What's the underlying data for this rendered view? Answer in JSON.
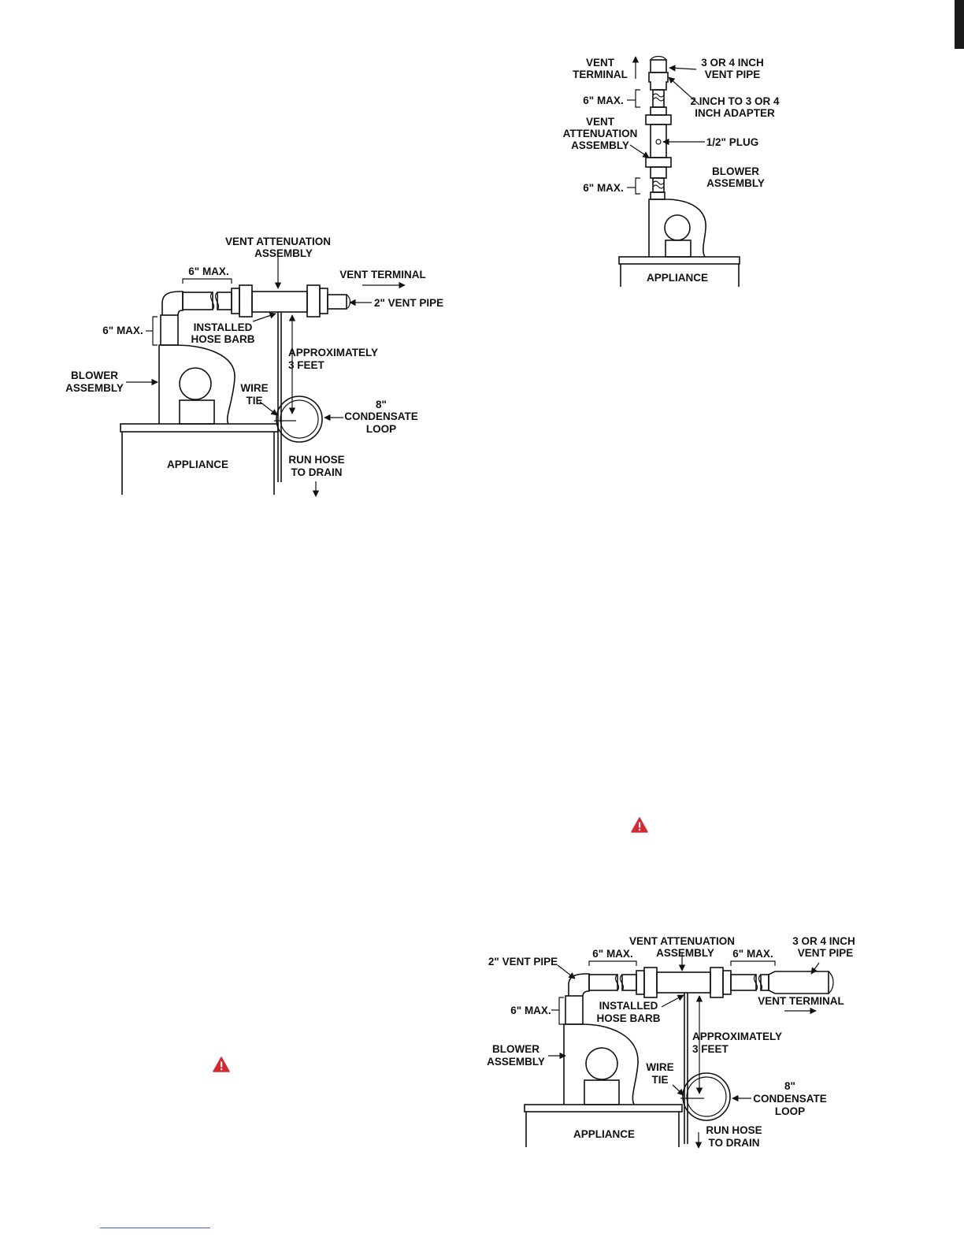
{
  "diagram_a": {
    "vent_attenuation": [
      "VENT ATTENUATION",
      "ASSEMBLY"
    ],
    "six_max_top": "6\" MAX.",
    "vent_terminal": "VENT TERMINAL",
    "vent_pipe": "2\" VENT PIPE",
    "six_max_left": "6\" MAX.",
    "hose_barb": [
      "INSTALLED",
      "HOSE BARB"
    ],
    "approx": [
      "APPROXIMATELY",
      "3 FEET"
    ],
    "blower": [
      "BLOWER",
      "ASSEMBLY"
    ],
    "wire_tie": [
      "WIRE",
      "TIE"
    ],
    "condensate": [
      "8\"",
      "CONDENSATE",
      "LOOP"
    ],
    "appliance": "APPLIANCE",
    "run_hose": [
      "RUN HOSE",
      "TO DRAIN"
    ]
  },
  "diagram_b": {
    "vent_terminal": [
      "VENT",
      "TERMINAL"
    ],
    "vent_pipe": [
      "3 OR 4 INCH",
      "VENT PIPE"
    ],
    "six_max_top": "6\" MAX.",
    "adapter": [
      "2 INCH TO 3 OR 4",
      "INCH ADAPTER"
    ],
    "vent_attenuation": [
      "VENT",
      "ATTENUATION",
      "ASSEMBLY"
    ],
    "plug": "1/2\" PLUG",
    "blower": [
      "BLOWER",
      "ASSEMBLY"
    ],
    "six_max_bottom": "6\" MAX.",
    "appliance": "APPLIANCE"
  },
  "diagram_c": {
    "vent_pipe_2": "2\" VENT PIPE",
    "six_max_a": "6\" MAX.",
    "vent_attenuation": [
      "VENT ATTENUATION",
      "ASSEMBLY"
    ],
    "six_max_b": "6\" MAX.",
    "vent_pipe_34": [
      "3 OR 4 INCH",
      "VENT PIPE"
    ],
    "six_max_left": "6\" MAX.",
    "hose_barb": [
      "INSTALLED",
      "HOSE BARB"
    ],
    "vent_terminal": "VENT TERMINAL",
    "blower": [
      "BLOWER",
      "ASSEMBLY"
    ],
    "approx": [
      "APPROXIMATELY",
      "3 FEET"
    ],
    "wire_tie": [
      "WIRE",
      "TIE"
    ],
    "condensate": [
      "8\"",
      "CONDENSATE",
      "LOOP"
    ],
    "appliance": "APPLIANCE",
    "run_hose": [
      "RUN HOSE",
      "TO DRAIN"
    ]
  },
  "icons": {
    "warning_color": "#d7282f"
  }
}
